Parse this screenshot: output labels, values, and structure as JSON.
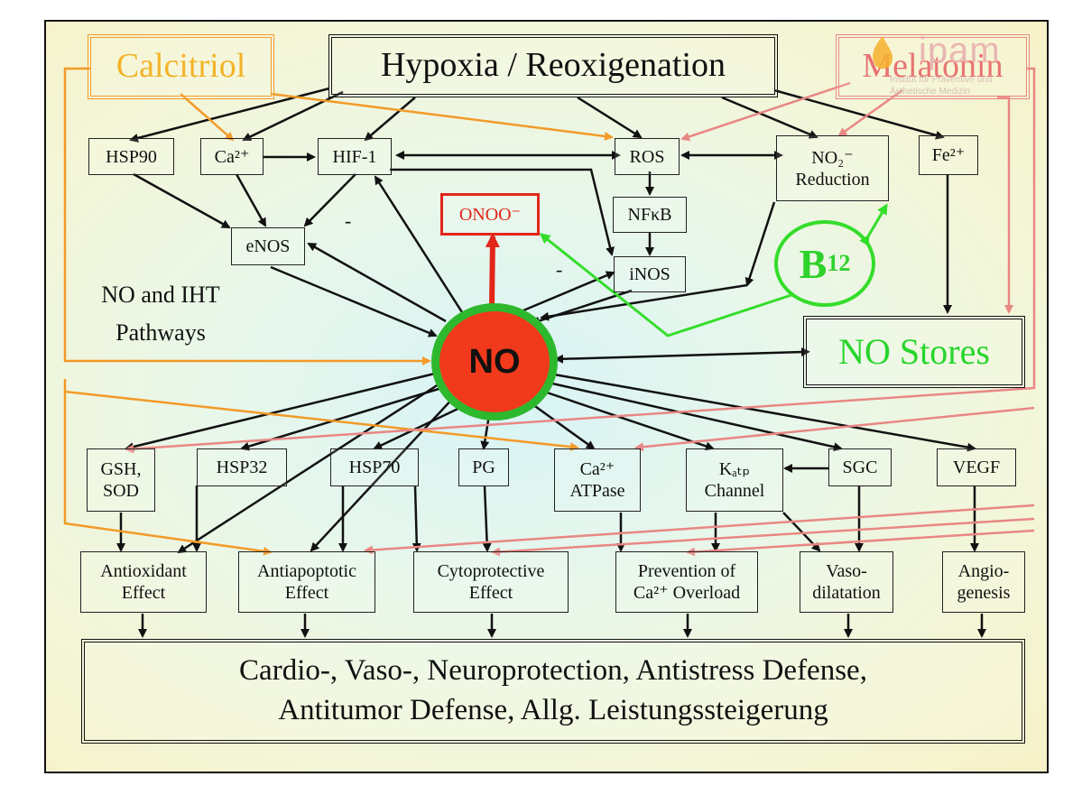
{
  "diagram": {
    "title_box": "Hypoxia / Reoxigenation",
    "calcitriol": "Calcitriol",
    "melatonin": "Melatonin",
    "nodes": {
      "hsp90": "HSP90",
      "ca2": "Ca²⁺",
      "hif1": "HIF-1",
      "ros": "ROS",
      "no2": "NO₂⁻\nReduction",
      "fe2": "Fe²⁺",
      "enos": "eNOS",
      "onoo": "ONOO⁻",
      "nfkb": "NFκB",
      "inos": "iNOS",
      "b12": "B",
      "b12_sub": "12",
      "no": "NO",
      "no_stores": "NO Stores",
      "gsh": "GSH,\nSOD",
      "hsp32": "HSP32",
      "hsp70": "HSP70",
      "pg": "PG",
      "ca_atpase": "Ca²⁺\nATPase",
      "katp": "Kₐₜₚ\nChannel",
      "sgc": "SGC",
      "vegf": "VEGF",
      "antioxidant": "Antioxidant\nEffect",
      "antiapoptotic": "Antiapoptotic\nEffect",
      "cytoprotective": "Cytoprotective\nEffect",
      "prevention": "Prevention of\nCa²⁺ Overload",
      "vaso": "Vaso-\ndilatation",
      "angio": "Angio-\ngenesis"
    },
    "pathway_label": "NO and IHT\nPathways",
    "minus_sign": "-",
    "outcome": "Cardio-, Vaso-, Neuroprotection, Antistress Defense,\nAntitumor Defense, Allg. Leistungssteigerung",
    "watermark_main": "ipam",
    "watermark_sub": "Institut für Präventive und\nÄsthetische Medizin"
  },
  "colors": {
    "calcitriol": "#f39a28",
    "melatonin": "#e98784",
    "b12": "#34dd2a",
    "no_fill": "#f03a1b",
    "no_ring": "#2eb82e",
    "onoo": "#e2261a"
  }
}
